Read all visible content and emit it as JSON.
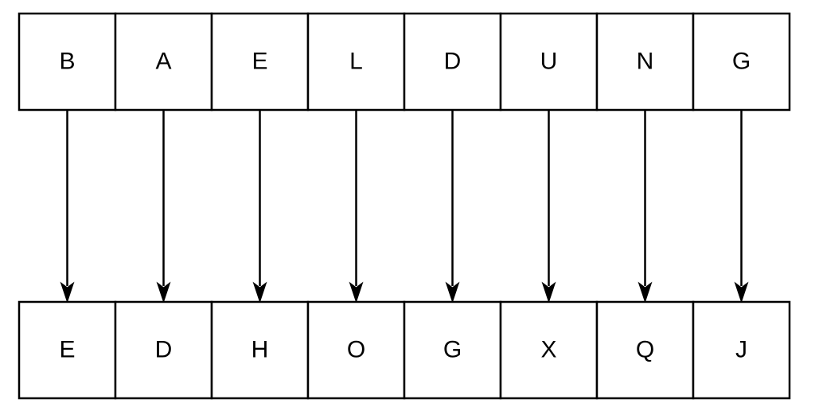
{
  "diagram": {
    "plaintext": [
      "B",
      "A",
      "E",
      "L",
      "D",
      "U",
      "N",
      "G"
    ],
    "ciphertext": [
      "E",
      "D",
      "H",
      "O",
      "G",
      "X",
      "Q",
      "J"
    ]
  },
  "colors": {
    "stroke": "#000000",
    "background": "#ffffff",
    "text": "#000000"
  }
}
